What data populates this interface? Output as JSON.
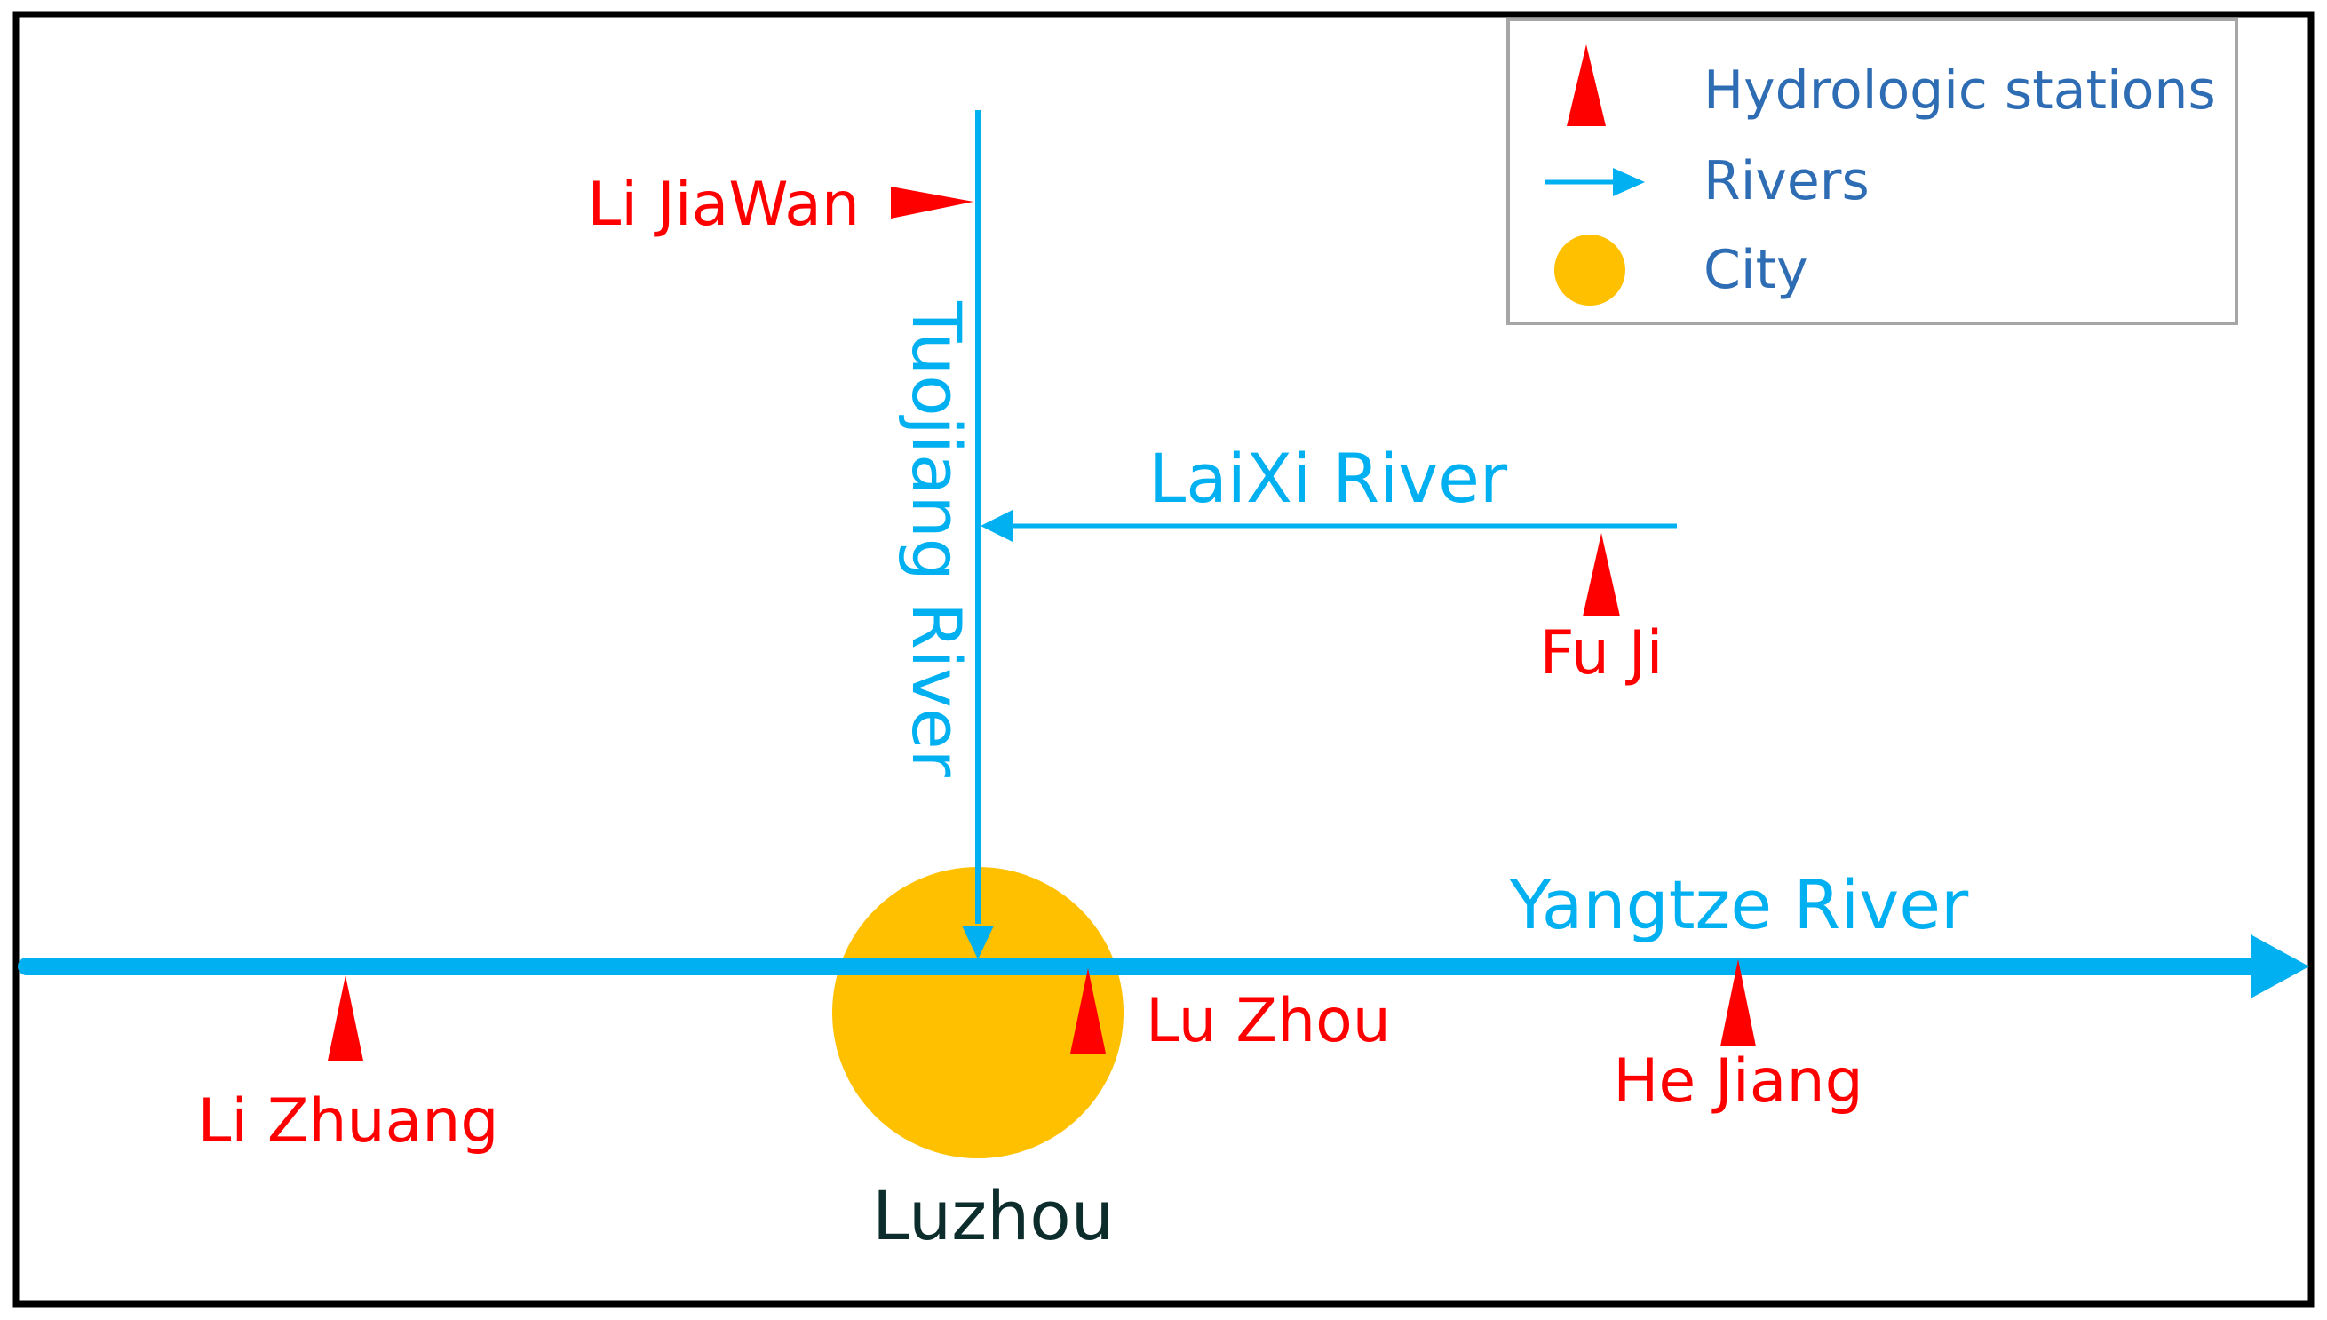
{
  "colors": {
    "river": "#00B0F0",
    "station": "#FF0000",
    "city_fill": "#FFC000",
    "city_label": "#0D2D2D",
    "legend_text": "#2E6DB4",
    "frame": "#000000",
    "legend_border": "#A6A6A6"
  },
  "legend": {
    "items": [
      {
        "icon": "triangle-icon",
        "label": "Hydrologic stations"
      },
      {
        "icon": "arrow-icon",
        "label": "Rivers"
      },
      {
        "icon": "circle-icon",
        "label": "City"
      }
    ]
  },
  "rivers": {
    "tuojiang": "Tuojiang River",
    "laixi": "LaiXi River",
    "yangtze": "Yangtze River"
  },
  "stations": {
    "li_jiawan": "Li JiaWan",
    "fu_ji": "Fu Ji",
    "li_zhuang": "Li Zhuang",
    "lu_zhou": "Lu Zhou",
    "he_jiang": "He Jiang"
  },
  "city": {
    "name": "Luzhou"
  }
}
